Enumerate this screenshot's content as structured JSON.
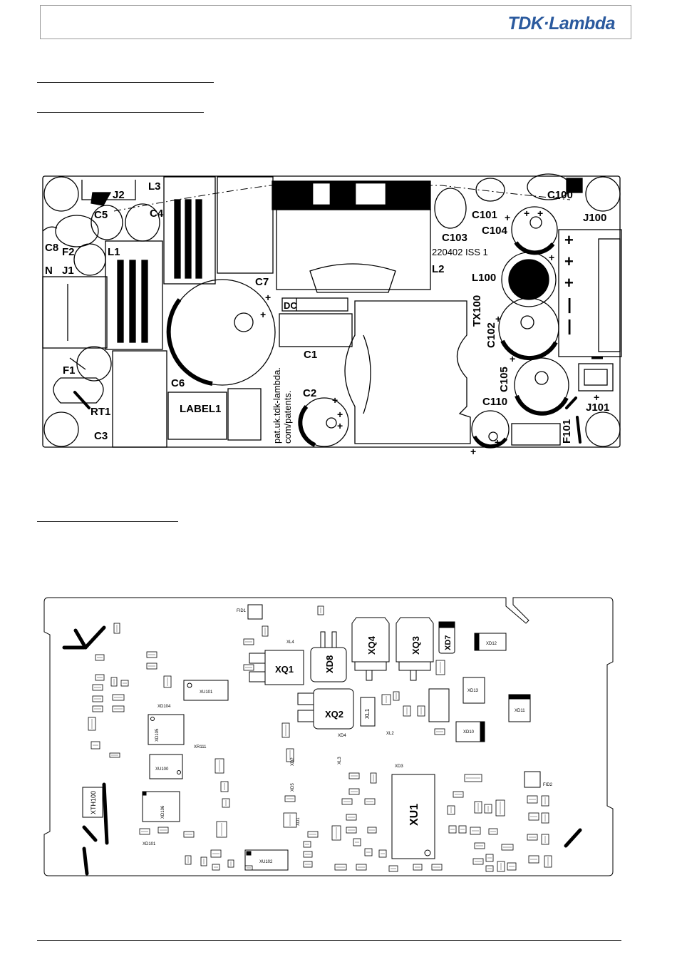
{
  "header": {
    "logo_text": "TDK·Lambda",
    "logo_color": "#2b5a9e",
    "border_color": "#9a9a9a"
  },
  "top_board": {
    "labels": {
      "j2": "J2",
      "l3": "L3",
      "c5": "C5",
      "c4": "C4",
      "c8": "C8",
      "f2": "F2",
      "l1": "L1",
      "n": "N",
      "j1": "J1",
      "f1": "F1",
      "rt1": "RT1",
      "c3": "C3",
      "c6": "C6",
      "label1": "LABEL1",
      "c7": "C7",
      "dc": "DC",
      "c1": "C1",
      "c2": "C2",
      "patent1": "pat.uk.tdk-lambda.",
      "patent2": "com/patents.",
      "c103": "C103",
      "rev": "220402  ISS 1",
      "l2": "L2",
      "c101": "C101",
      "c104": "C104",
      "c100": "C100",
      "j100": "J100",
      "l100": "L100",
      "tx100": "TX100",
      "c102": "C102",
      "c105": "C105",
      "c110": "C110",
      "j101": "J101",
      "f101": "F101"
    }
  },
  "bottom_board": {
    "labels": {
      "xq1": "XQ1",
      "xd8": "XD8",
      "xq4": "XQ4",
      "xq3": "XQ3",
      "xd7": "XD7",
      "xq2": "XQ2",
      "xu1": "XU1",
      "xu101": "XU101",
      "xu100": "XU100",
      "xu102": "XU102",
      "xth100": "XTH100",
      "xd105": "XD105",
      "xd106": "XD106",
      "xd12": "XD12",
      "xd13": "XD13",
      "xd11": "XD11",
      "xd10": "XD10",
      "xl1": "XL1",
      "xl2": "XL2",
      "xl4": "XL4",
      "xd4": "XD4",
      "xl3": "XL3",
      "xd3": "XD3",
      "xr111": "XR111",
      "xd104": "XD104",
      "xd101": "XD101",
      "fid1": "FID1",
      "fid2": "FID2",
      "xd5": "XD5",
      "xd2": "XD2",
      "xd1": "XD1"
    }
  }
}
